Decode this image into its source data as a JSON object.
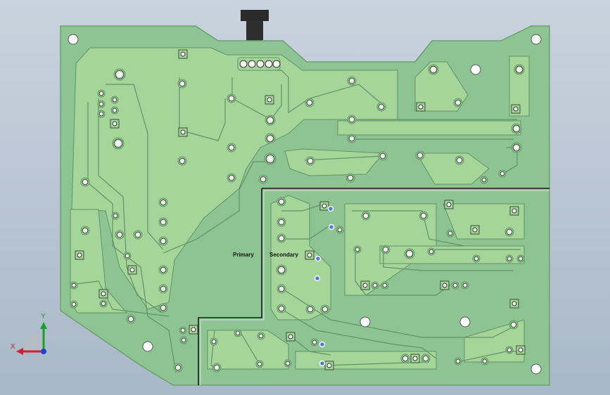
{
  "viewport": {
    "name": "cad-3d-viewport"
  },
  "board": {
    "regions": {
      "primary_label": "Primary",
      "secondary_label": "Secondary"
    }
  },
  "triad": {
    "x_label": "X",
    "y_label": "Y"
  },
  "colors": {
    "board": "#8ec493",
    "board_edge": "#6d9e74",
    "copper": "#a6d59a",
    "trace_edge": "#5f9466",
    "pad": "#ffffff",
    "divider": "#1a1a1a",
    "axis_x": "#d0202a",
    "axis_y": "#1aa02a",
    "axis_z": "#2040d0"
  }
}
